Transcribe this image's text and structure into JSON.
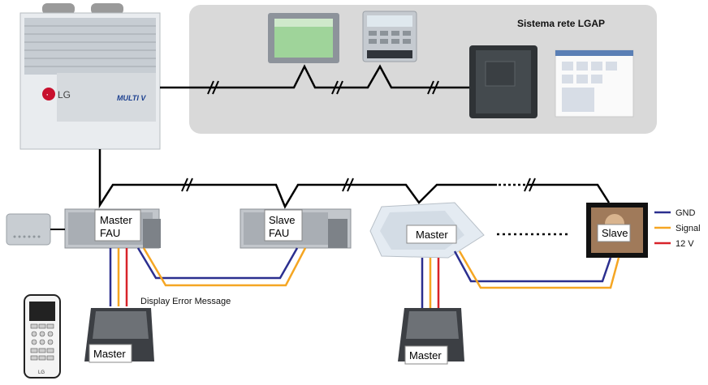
{
  "network": {
    "title": "Sistema rete LGAP"
  },
  "outdoor_unit": {
    "brand": "LG",
    "model": "MULTI V"
  },
  "units": {
    "fau_master": {
      "line1": "Master",
      "line2": "FAU"
    },
    "fau_slave": {
      "line1": "Slave",
      "line2": "FAU"
    },
    "cassette_master": {
      "label": "Master"
    },
    "frame_slave": {
      "label": "Slave"
    }
  },
  "controllers": {
    "left_master": {
      "label": "Master"
    },
    "right_master": {
      "label": "Master"
    },
    "error_note": "Display Error Message"
  },
  "remote": {
    "brand": "LG"
  },
  "legend": [
    {
      "label": "GND",
      "color": "#2b2f8f"
    },
    {
      "label": "Signal",
      "color": "#f5a623"
    },
    {
      "label": "12 V",
      "color": "#d8232a"
    }
  ],
  "colors": {
    "network_panel": "#d9d9d9",
    "line": "#000000"
  }
}
